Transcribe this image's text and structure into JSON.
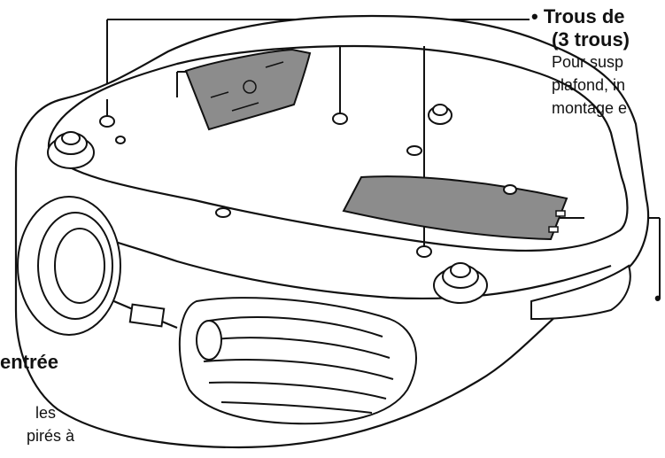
{
  "labels": {
    "trous_title_line1": "• Trous de",
    "trous_title_line2": "(3 trous)",
    "trous_desc_line1": "Pour susp",
    "trous_desc_line2": "plafond, in",
    "trous_desc_line3": "montage e",
    "filter_bullet": "•",
    "entree_title": "entrée",
    "entree_desc_line1": "les",
    "entree_desc_line2": "pirés à"
  },
  "colors": {
    "line": "#111111",
    "body_fill": "#ffffff",
    "panel_fill": "#8c8c8c"
  }
}
